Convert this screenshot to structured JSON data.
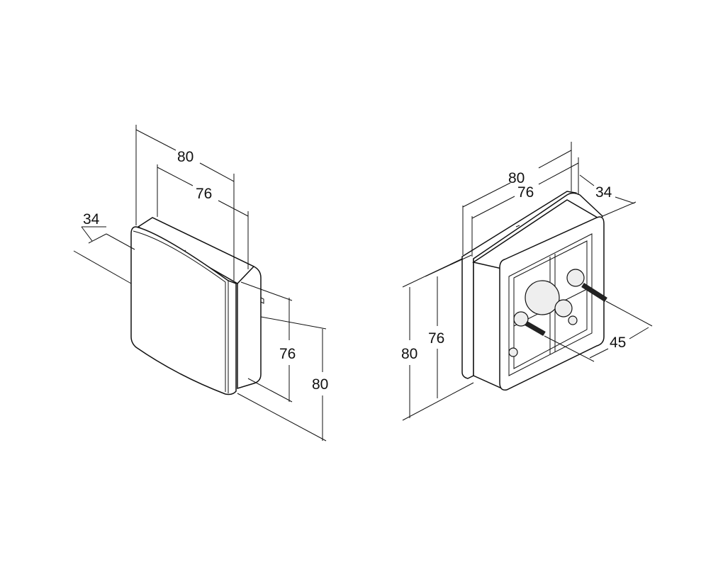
{
  "front_view": {
    "width_outer": "80",
    "width_inner": "76",
    "depth": "34",
    "height_inner": "76",
    "height_outer": "80"
  },
  "back_view": {
    "width_outer": "80",
    "width_inner": "76",
    "depth": "34",
    "pipe_spacing": "45",
    "height_outer": "80",
    "height_inner": "76"
  }
}
